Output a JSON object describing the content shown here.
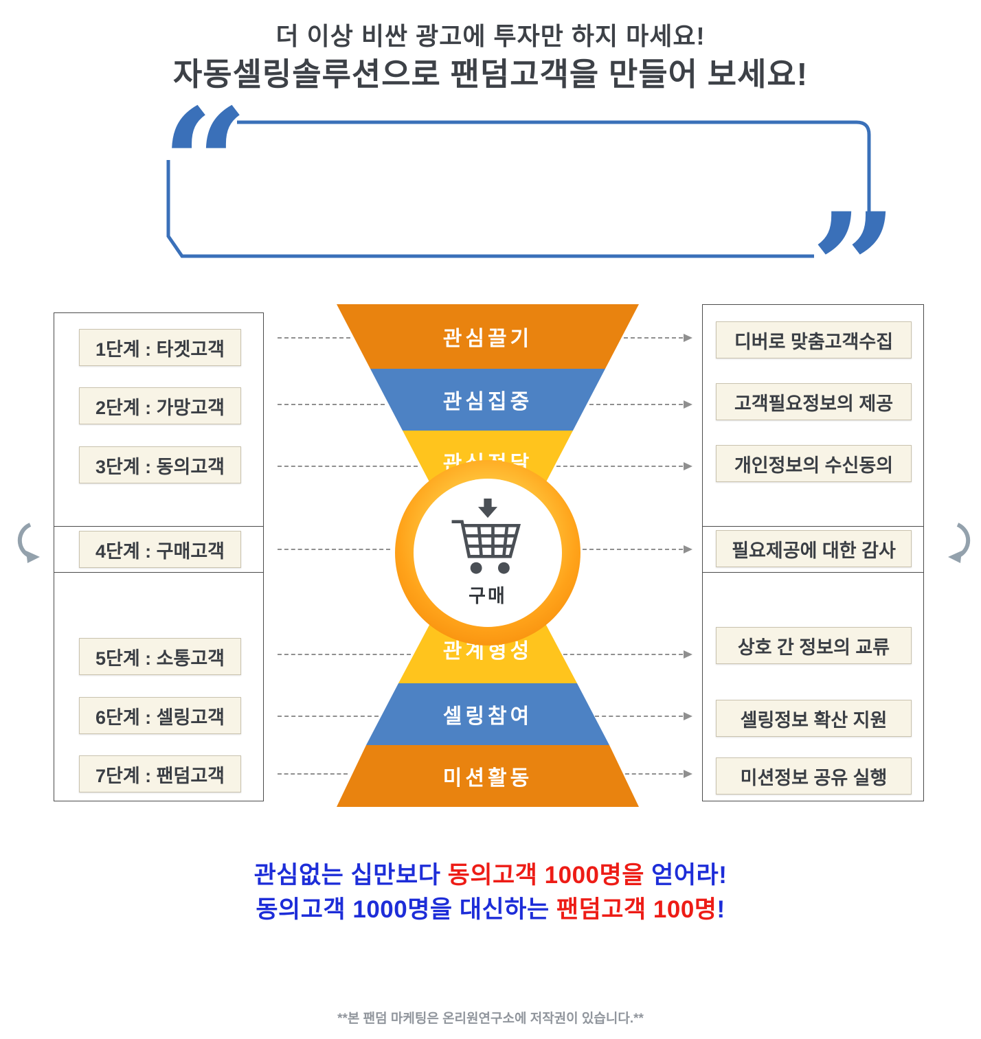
{
  "header": {
    "line1": "더 이상 비싼 광고에 투자만 하지 마세요!",
    "line2": "자동셀링솔루션으로 팬덤고객을 만들어 보세요!"
  },
  "colors": {
    "orange": "#e9830f",
    "blue": "#4d82c4",
    "yellow": "#ffc41d",
    "quote_blue": "#3a70b9",
    "slogan_blue": "#1d2dd8",
    "slogan_red": "#ed1c16",
    "box_cream": "#f8f4e6",
    "connector_gray": "#8f8f8f"
  },
  "funnel": {
    "bands": [
      {
        "label": "관심끌기",
        "color": "#e9830f"
      },
      {
        "label": "관심집중",
        "color": "#4d82c4"
      },
      {
        "label": "관심전달",
        "color": "#ffc41d"
      },
      {
        "label": "관계형성",
        "color": "#ffc41d"
      },
      {
        "label": "셀링참여",
        "color": "#4d82c4"
      },
      {
        "label": "미션활동",
        "color": "#e9830f"
      }
    ],
    "center_label": "구매"
  },
  "left_stages": [
    "1단계 : 타겟고객",
    "2단계 : 가망고객",
    "3단계 : 동의고객",
    "4단계 : 구매고객",
    "5단계 : 소통고객",
    "6단계 : 셀링고객",
    "7단계 : 팬덤고객"
  ],
  "right_actions": [
    "디버로 맞춤고객수집",
    "고객필요정보의 제공",
    "개인정보의 수신동의",
    "필요제공에 대한 감사",
    "상호 간 정보의 교류",
    "셀링정보 확산 지원",
    "미션정보 공유 실행"
  ],
  "bottom": {
    "line1": [
      {
        "text": "관심없는 십만보다 ",
        "color": "#1d2dd8"
      },
      {
        "text": "동의고객 1000명을",
        "color": "#ed1c16"
      },
      {
        "text": " 얻어라!",
        "color": "#1d2dd8"
      }
    ],
    "line2": [
      {
        "text": "동의고객 1000명을 대신하는 ",
        "color": "#1d2dd8"
      },
      {
        "text": "팬덤고객 100명",
        "color": "#ed1c16"
      },
      {
        "text": "!",
        "color": "#1d2dd8"
      }
    ]
  },
  "footer": "**본 팬덤 마케팅은 온리원연구소에 저작권이 있습니다.**"
}
